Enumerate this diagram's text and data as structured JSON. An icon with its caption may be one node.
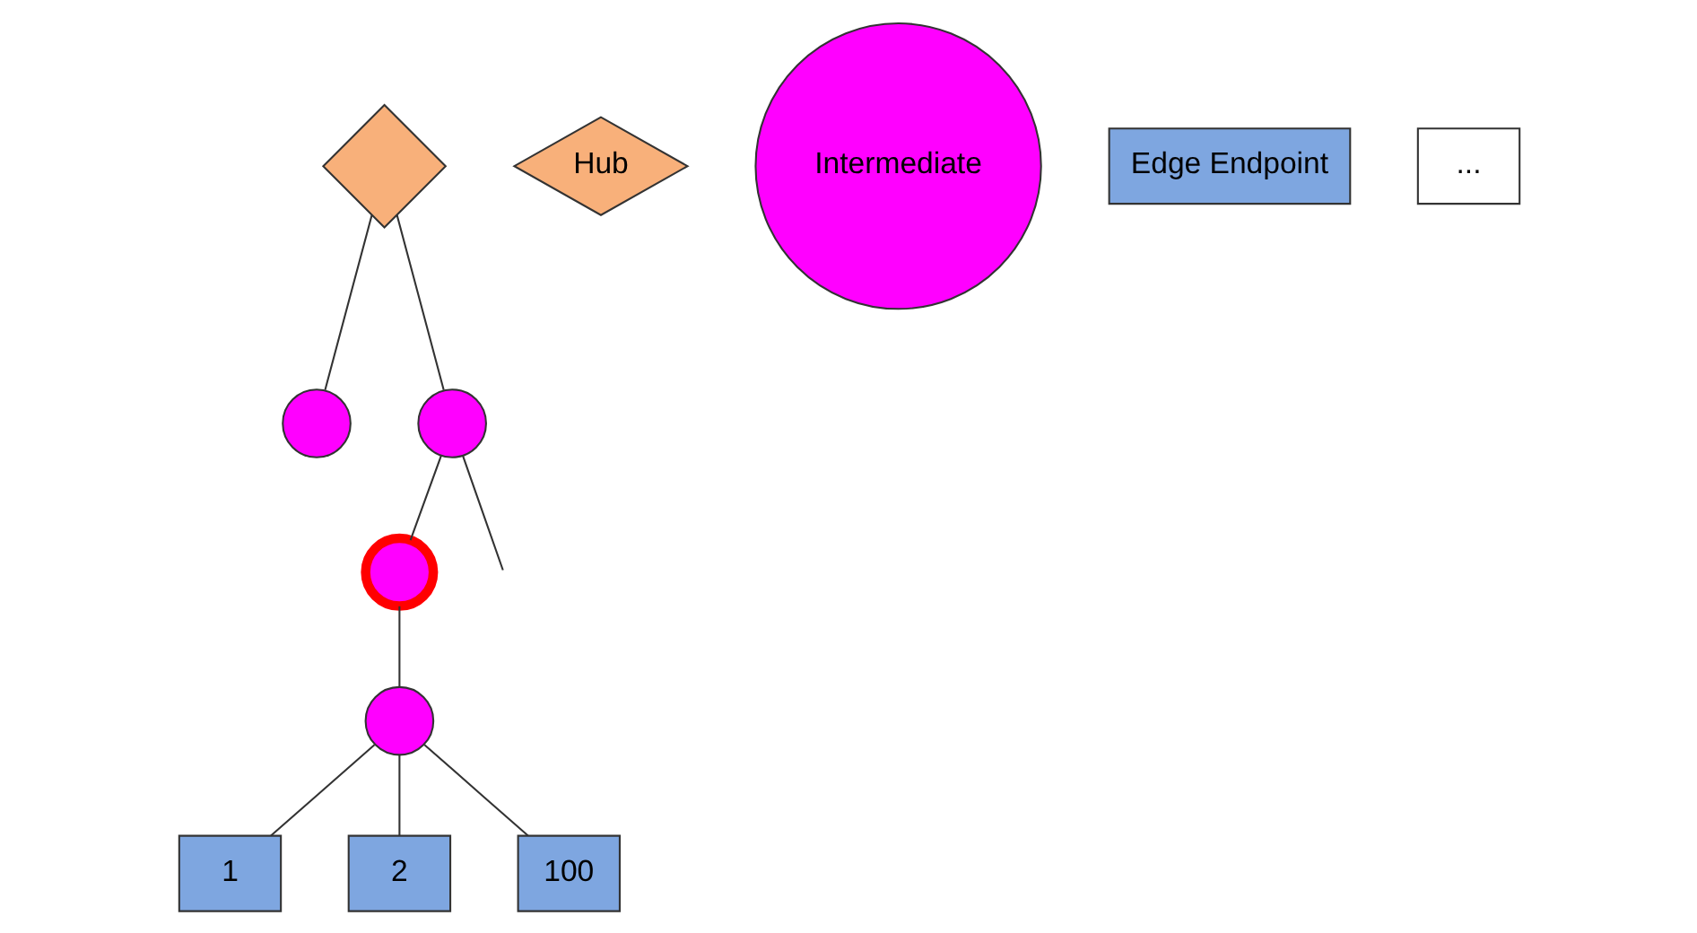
{
  "diagram": {
    "nodes": [
      {
        "text": [],
        "shape": "diamond"
      },
      {
        "text": [],
        "shape": "circle"
      },
      {
        "text": [],
        "shape": "circle"
      },
      {
        "text": [],
        "shape": "circle"
      },
      {
        "text": [
          "Hub"
        ]
      },
      {
        "text": [
          "Intermediate"
        ]
      },
      {
        "text": [
          "Edge Endpoint"
        ]
      },
      {
        "text": [],
        "shape": "circle"
      },
      {
        "text": [
          "1"
        ]
      },
      {
        "text": [
          "2"
        ]
      },
      {
        "text": [
          "..."
        ]
      },
      {
        "text": [
          "100"
        ]
      }
    ],
    "edges": [
      {
        "from": 0,
        "to": 1,
        "arrow": "none"
      },
      {
        "from": 0,
        "to": 2,
        "arrow": "none"
      },
      {
        "from": 2,
        "to": null,
        "arrow": "none"
      },
      {
        "from": 2,
        "to": 3,
        "arrow": "none"
      },
      {
        "from": 3,
        "to": 7,
        "arrow": "none"
      },
      {
        "from": 7,
        "to": 8,
        "arrow": "none"
      },
      {
        "from": 7,
        "to": 9,
        "arrow": "none"
      },
      {
        "from": 7,
        "to": 11,
        "arrow": "none"
      }
    ]
  }
}
